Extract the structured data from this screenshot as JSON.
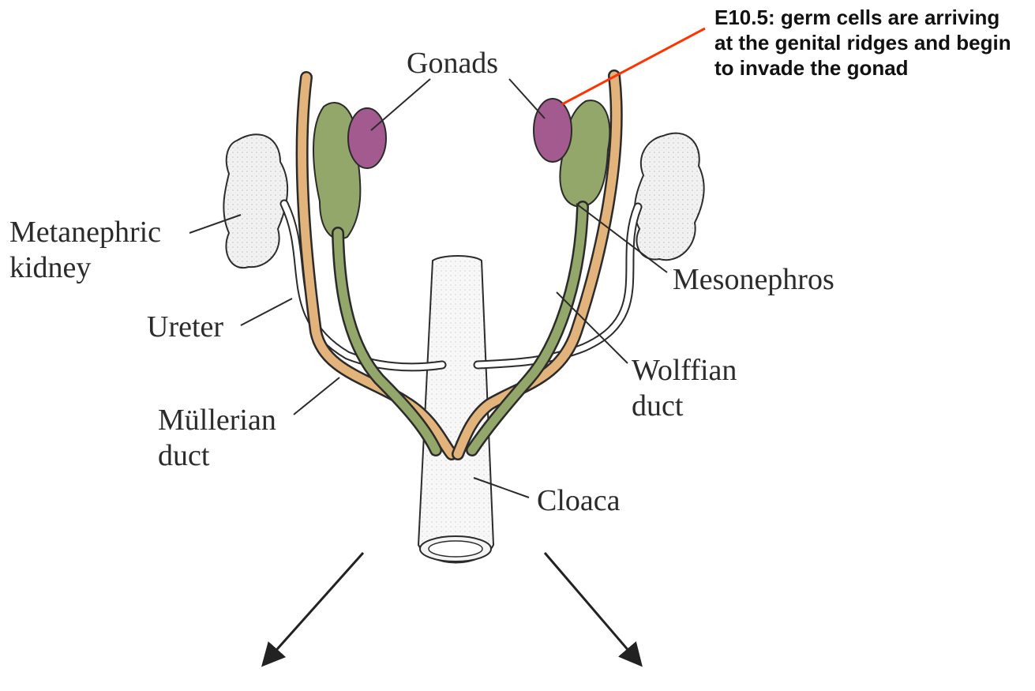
{
  "annotation": {
    "lines": [
      "E10.5: germ cells are arriving",
      "at the genital ridges and begin",
      "to invade the gonad"
    ],
    "line_color": "#ff3300"
  },
  "labels": {
    "gonads": "Gonads",
    "metanephric_kidney": [
      "Metanephric",
      "kidney"
    ],
    "mesonephros": "Mesonephros",
    "ureter": "Ureter",
    "wolffian_duct": [
      "Wolffian",
      "duct"
    ],
    "mullerian_duct": [
      "Müllerian",
      "duct"
    ],
    "cloaca": "Cloaca"
  },
  "colors": {
    "gonad": "#a35a8e",
    "mesonephros": "#94a76a",
    "mullerian_duct": "#e2b47c",
    "ureter": "#ffffff",
    "kidney": "#f2f2f2",
    "outline": "#2b2b2b",
    "arrow": "#222222"
  }
}
